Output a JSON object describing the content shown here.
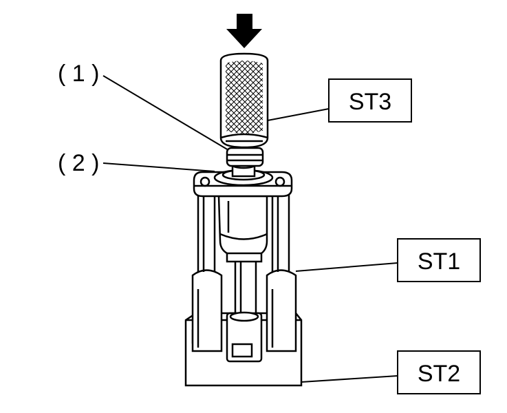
{
  "labels": {
    "callout_1": "( 1 )",
    "callout_2": "( 2 )",
    "tool_st3": "ST3",
    "tool_st1": "ST1",
    "tool_st2": "ST2"
  },
  "colors": {
    "ink": "#000000",
    "paper": "#ffffff",
    "light_fill": "#f2f2f2"
  },
  "icons": {
    "press_direction": "arrow-down-icon"
  }
}
